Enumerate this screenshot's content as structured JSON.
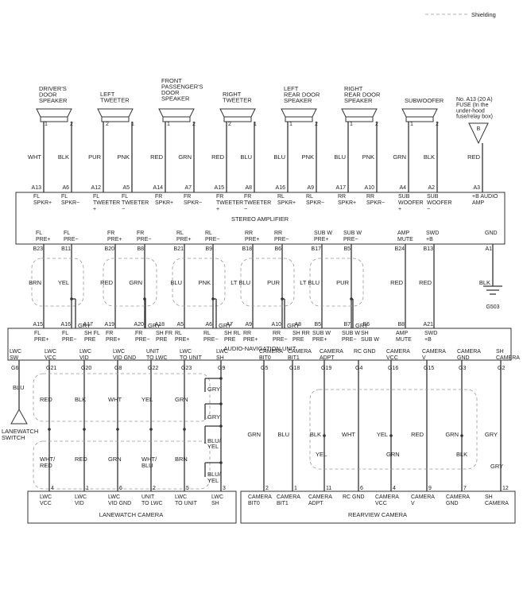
{
  "legend": {
    "shielding": "Shielding"
  },
  "speakers": [
    {
      "name": [
        "DRIVER'S",
        "DOOR",
        "SPEAKER"
      ],
      "pins": [
        "1",
        "2"
      ]
    },
    {
      "name": [
        "LEFT",
        "TWEETER"
      ],
      "pins": [
        "2",
        "1"
      ]
    },
    {
      "name": [
        "FRONT",
        "PASSENGER'S",
        "DOOR",
        "SPEAKER"
      ],
      "pins": [
        "1",
        "2"
      ]
    },
    {
      "name": [
        "RIGHT",
        "TWEETER"
      ],
      "pins": [
        "2",
        "1"
      ]
    },
    {
      "name": [
        "LEFT",
        "REAR DOOR",
        "SPEAKER"
      ],
      "pins": [
        "1",
        "2"
      ]
    },
    {
      "name": [
        "RIGHT",
        "REAR DOOR",
        "SPEAKER"
      ],
      "pins": [
        "1",
        "2"
      ]
    },
    {
      "name": [
        "SUBWOOFER"
      ],
      "pins": [
        "1",
        "2"
      ]
    }
  ],
  "fuse": {
    "name": [
      "No. A13 (20 A)",
      "FUSE (In the",
      "under-hood",
      "fuse/relay box)"
    ],
    "pin": "B"
  },
  "amp_top_wires": [
    {
      "color": "WHT",
      "pin": "A13",
      "label": [
        "FL",
        "SPKR+"
      ]
    },
    {
      "color": "BLK",
      "pin": "A6",
      "label": [
        "FL",
        "SPKR−"
      ]
    },
    {
      "color": "PUR",
      "pin": "A12",
      "label": [
        "FL",
        "TWEETER",
        "+"
      ]
    },
    {
      "color": "PNK",
      "pin": "A5",
      "label": [
        "FL",
        "TWEETER",
        "−"
      ]
    },
    {
      "color": "RED",
      "pin": "A14",
      "label": [
        "FR",
        "SPKR+"
      ]
    },
    {
      "color": "GRN",
      "pin": "A7",
      "label": [
        "FR",
        "SPKR−"
      ]
    },
    {
      "color": "RED",
      "pin": "A15",
      "label": [
        "FR",
        "TWEETER",
        "+"
      ]
    },
    {
      "color": "BLU",
      "pin": "A8",
      "label": [
        "FR",
        "TWEETER",
        "−"
      ]
    },
    {
      "color": "BLU",
      "pin": "A16",
      "label": [
        "RL",
        "SPKR+"
      ]
    },
    {
      "color": "PNK",
      "pin": "A9",
      "label": [
        "RL",
        "SPKR−"
      ]
    },
    {
      "color": "BLU",
      "pin": "A17",
      "label": [
        "RR",
        "SPKR+"
      ]
    },
    {
      "color": "PNK",
      "pin": "A10",
      "label": [
        "RR",
        "SPKR−"
      ]
    },
    {
      "color": "GRN",
      "pin": "A4",
      "label": [
        "SUB",
        "WOOFER",
        "+"
      ]
    },
    {
      "color": "BLK",
      "pin": "A2",
      "label": [
        "SUB",
        "WOOFER",
        "−"
      ]
    },
    {
      "color": "RED",
      "pin": "A3",
      "label": [
        "+B AUDIO",
        "AMP"
      ]
    }
  ],
  "amp_title": "STEREO AMPLIFIER",
  "amp_bottom": [
    {
      "label": [
        "FL",
        "PRE+"
      ],
      "pin": "B23"
    },
    {
      "label": [
        "FL",
        "PRE−"
      ],
      "pin": "B11"
    },
    {
      "label": [
        "FR",
        "PRE+"
      ],
      "pin": "B20"
    },
    {
      "label": [
        "FR",
        "PRE−"
      ],
      "pin": "B8"
    },
    {
      "label": [
        "RL",
        "PRE+"
      ],
      "pin": "B21"
    },
    {
      "label": [
        "RL",
        "PRE−"
      ],
      "pin": "B9"
    },
    {
      "label": [
        "RR",
        "PRE+"
      ],
      "pin": "B18"
    },
    {
      "label": [
        "RR",
        "PRE−"
      ],
      "pin": "B6"
    },
    {
      "label": [
        "SUB W",
        "PRE+"
      ],
      "pin": "B17"
    },
    {
      "label": [
        "SUB W",
        "PRE−"
      ],
      "pin": "B5"
    },
    {
      "label": [
        "AMP",
        "MUTE"
      ],
      "pin": "B24"
    },
    {
      "label": [
        "SWD",
        "+B"
      ],
      "pin": "B13"
    },
    {
      "label": [
        "GND"
      ],
      "pin": "A1"
    }
  ],
  "pre_wires": [
    "BRN",
    "YEL",
    "RED",
    "GRN",
    "BLU",
    "PNK",
    "LT BLU",
    "PUR",
    "LT BLU",
    "PUR",
    "RED",
    "RED",
    "BLK"
  ],
  "gry": "GRY",
  "ground": "G503",
  "unit_top": [
    {
      "label": [
        "FL",
        "PRE+"
      ],
      "pin": "A15"
    },
    {
      "label": [
        "FL",
        "PRE−"
      ],
      "pin": "A16"
    },
    {
      "label": [
        "SH FL",
        "PRE"
      ],
      "pin": "A17"
    },
    {
      "label": [
        "FR",
        "PRE+"
      ],
      "pin": "A19"
    },
    {
      "label": [
        "FR",
        "PRE−"
      ],
      "pin": "A20"
    },
    {
      "label": [
        "SH FR",
        "PRE"
      ],
      "pin": "A18"
    },
    {
      "label": [
        "RL",
        "PRE+"
      ],
      "pin": "A5"
    },
    {
      "label": [
        "RL",
        "PRE−"
      ],
      "pin": "A6"
    },
    {
      "label": [
        "SH RL",
        "PRE"
      ],
      "pin": "A7"
    },
    {
      "label": [
        "RR",
        "PRE+"
      ],
      "pin": "A9"
    },
    {
      "label": [
        "RR",
        "PRE−"
      ],
      "pin": "A10"
    },
    {
      "label": [
        "SH RR",
        "PRE"
      ],
      "pin": "A8"
    },
    {
      "label": [
        "SUB W",
        "PRE+"
      ],
      "pin": "B5"
    },
    {
      "label": [
        "SUB W",
        "PRE−"
      ],
      "pin": "B7"
    },
    {
      "label": [
        "SH",
        "SUB W"
      ],
      "pin": "B6"
    },
    {
      "label": [
        "AMP",
        "MUTE"
      ],
      "pin": "B8"
    },
    {
      "label": [
        "SWD",
        "+B"
      ],
      "pin": "A21"
    }
  ],
  "unit_title": "AUDIO-NAVIGATION UNIT",
  "unit_bottom": [
    {
      "label": [
        "LWC",
        "SW"
      ],
      "pin": "G6"
    },
    {
      "label": [
        "LWC",
        "VCC"
      ],
      "pin": "G21"
    },
    {
      "label": [
        "LWC",
        "VID"
      ],
      "pin": "G20"
    },
    {
      "label": [
        "LWC",
        "VID GND"
      ],
      "pin": "G8"
    },
    {
      "label": [
        "UNIT",
        "TO LWC"
      ],
      "pin": "G22"
    },
    {
      "label": [
        "LWC",
        "TO UNIT"
      ],
      "pin": "G23"
    },
    {
      "label": [
        "LWC",
        "SH"
      ],
      "pin": "G9"
    },
    {
      "label": [
        "CAMERA",
        "BIT0"
      ],
      "pin": "G5"
    },
    {
      "label": [
        "CAMERA",
        "BIT1"
      ],
      "pin": "G18"
    },
    {
      "label": [
        "CAMERA",
        "ADPT"
      ],
      "pin": "G19"
    },
    {
      "label": [
        "RC GND"
      ],
      "pin": "G4"
    },
    {
      "label": [
        "CAMERA",
        "VCC"
      ],
      "pin": "G16"
    },
    {
      "label": [
        "CAMERA",
        "V"
      ],
      "pin": "G15"
    },
    {
      "label": [
        "CAMERA",
        "GND"
      ],
      "pin": "G3"
    },
    {
      "label": [
        "SH",
        "CAMERA"
      ],
      "pin": "G2"
    }
  ],
  "switch_wire": "BLU",
  "switch_name": [
    "LANEWATCH",
    "SWITCH"
  ],
  "lw_wires_upper": [
    "RED",
    "BLK",
    "WHT",
    "YEL",
    "GRN"
  ],
  "lw_wires_lower": [
    [
      "WHT/",
      "RED"
    ],
    [
      "RED"
    ],
    [
      "GRN"
    ],
    [
      "WHT/",
      "BLU"
    ],
    [
      "BRN"
    ]
  ],
  "lw_gry": [
    "GRY",
    "GRY"
  ],
  "lw_bluyel": [
    [
      "BLU/",
      "YEL"
    ],
    [
      "BLU/",
      "YEL"
    ]
  ],
  "cam_wires": [
    "GRN",
    "BLU",
    "BLK",
    "WHT",
    "YEL",
    "RED",
    "GRN",
    "GRY"
  ],
  "cam_wires_lower": [
    "YEL",
    "GRN",
    "BLK",
    "GRY"
  ],
  "lanewatch_camera": {
    "title": "LANEWATCH CAMERA",
    "pins": [
      {
        "pin": "4",
        "label": [
          "LWC",
          "VCC"
        ]
      },
      {
        "pin": "1",
        "label": [
          "LWC",
          "VID"
        ]
      },
      {
        "pin": "6",
        "label": [
          "LWC",
          "VID GND"
        ]
      },
      {
        "pin": "2",
        "label": [
          "UNIT",
          "TO LWC"
        ]
      },
      {
        "pin": "5",
        "label": [
          "LWC",
          "TO UNIT"
        ]
      },
      {
        "pin": "3",
        "label": [
          "LWC",
          "SH"
        ]
      }
    ]
  },
  "rearview_camera": {
    "title": "REARVIEW CAMERA",
    "pins": [
      {
        "pin": "2",
        "label": [
          "CAMERA",
          "BIT0"
        ]
      },
      {
        "pin": "1",
        "label": [
          "CAMERA",
          "BIT1"
        ]
      },
      {
        "pin": "11",
        "label": [
          "CAMERA",
          "ADPT"
        ]
      },
      {
        "pin": "6",
        "label": [
          "RC GND"
        ]
      },
      {
        "pin": "4",
        "label": [
          "CAMERA",
          "VCC"
        ]
      },
      {
        "pin": "9",
        "label": [
          "CAMERA",
          "V"
        ]
      },
      {
        "pin": "7",
        "label": [
          "CAMERA",
          "GND"
        ]
      },
      {
        "pin": "12",
        "label": [
          "SH",
          "CAMERA"
        ]
      }
    ]
  }
}
